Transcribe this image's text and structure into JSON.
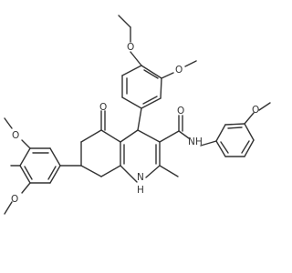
{
  "molecule": {
    "atom_labels": {
      "o_ethoxy": "O",
      "o_methoxy_upper": "O",
      "o_ketone": "O",
      "o_amide": "O",
      "nh_amide": "N",
      "h_amide": "H",
      "o_methoxy_right": "O",
      "o_methoxy_left1": "O",
      "o_methoxy_left2": "O",
      "nh_ring": "N",
      "h_ring": "H"
    }
  }
}
